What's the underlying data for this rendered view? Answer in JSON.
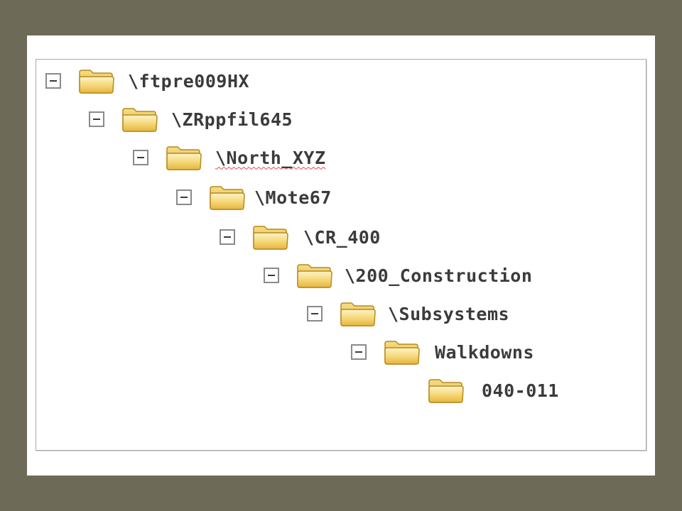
{
  "tree": {
    "nodes": [
      {
        "label": "\\ftpre009HX",
        "expanded": true,
        "has_expander": true,
        "spellcheck_underline": false
      },
      {
        "label": "\\ZRppfil645",
        "expanded": true,
        "has_expander": true,
        "spellcheck_underline": false
      },
      {
        "label": "\\North_XYZ",
        "expanded": true,
        "has_expander": true,
        "spellcheck_underline": true
      },
      {
        "label": "\\Mote67",
        "expanded": true,
        "has_expander": true,
        "spellcheck_underline": false
      },
      {
        "label": "\\CR_400",
        "expanded": true,
        "has_expander": true,
        "spellcheck_underline": false
      },
      {
        "label": "\\200_Construction",
        "expanded": true,
        "has_expander": true,
        "spellcheck_underline": false
      },
      {
        "label": "\\Subsystems",
        "expanded": true,
        "has_expander": true,
        "spellcheck_underline": false
      },
      {
        "label": "Walkdowns",
        "expanded": true,
        "has_expander": true,
        "spellcheck_underline": false
      },
      {
        "label": "040-011",
        "expanded": false,
        "has_expander": false,
        "spellcheck_underline": false
      }
    ]
  },
  "colors": {
    "slide_border": "#6e6a58",
    "folder_body": "#f2cf5e",
    "folder_tab": "#e8b93a",
    "folder_outline": "#b58a1e",
    "label_text": "#3b3b3b"
  },
  "icons": {
    "expander": "minus-box-icon",
    "folder": "folder-icon"
  }
}
